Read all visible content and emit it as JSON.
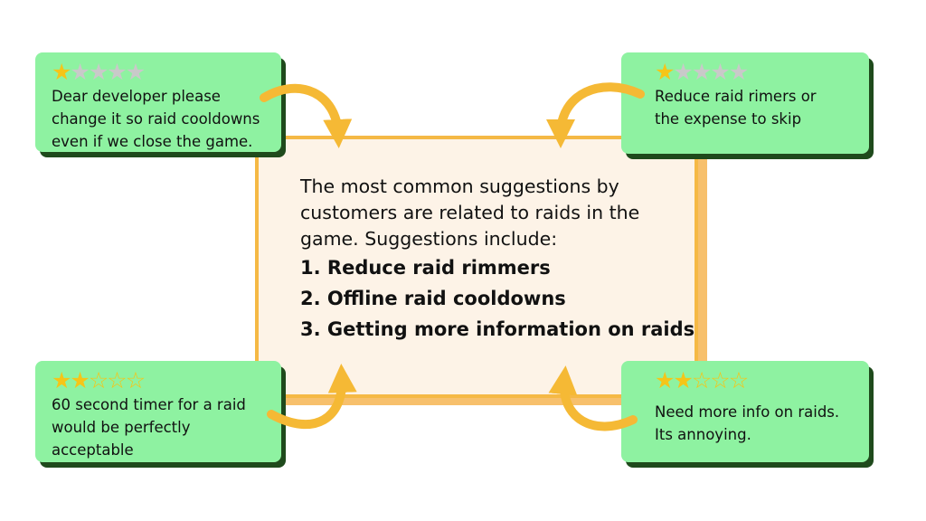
{
  "summary": {
    "intro_lines": [
      "The most common suggestions by",
      "customers are related to raids in the",
      "game. Suggestions include:"
    ],
    "items": [
      "1. Reduce raid rimmers",
      "2. Offline raid cooldowns",
      "3. Getting more information on raids"
    ]
  },
  "reviews": {
    "top_left": {
      "rating": 1,
      "max_rating": 5,
      "text": "Dear developer please\nchange it so raid cooldowns\neven if we close the game."
    },
    "top_right": {
      "rating": 1,
      "max_rating": 5,
      "text": "Reduce raid rimers or\nthe expense to skip"
    },
    "bottom_left": {
      "rating": 2,
      "max_rating": 5,
      "text": "60 second timer for a raid\nwould be perfectly\nacceptable"
    },
    "bottom_right": {
      "rating": 2,
      "max_rating": 5,
      "text": "Need more info on raids.\nIts annoying."
    }
  },
  "colors": {
    "card_fill": "#8ef2a1",
    "card_shadow": "#1f4a1c",
    "center_fill": "#fdf3e7",
    "center_border": "#f5b945",
    "arrow": "#f5b935",
    "star_filled": "#f5c518",
    "star_empty_gray": "#c9c9c9"
  }
}
